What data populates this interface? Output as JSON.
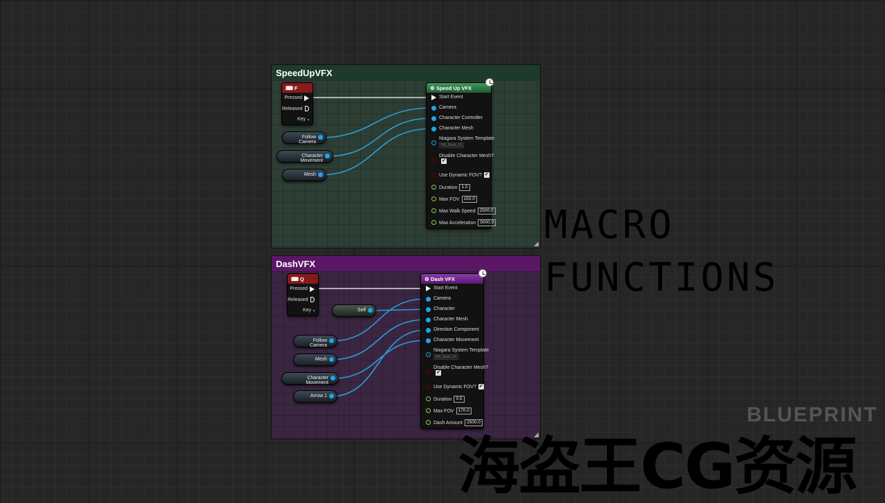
{
  "overlay": {
    "title_line1": "MACRO",
    "title_line2": "FUNCTIONS",
    "watermark": "海盗王CG资源",
    "watermark_sub": "BLUEPRINT"
  },
  "speedup": {
    "comment": "SpeedUpVFX",
    "key_node": {
      "title": "F",
      "pins": [
        "Pressed",
        "Released",
        "Key"
      ]
    },
    "vars": [
      "Follow Camera",
      "Character Movement",
      "Mesh"
    ],
    "macro": {
      "title": "Speed Up VFX",
      "rows": [
        {
          "t": "exec",
          "label": "Start Event"
        },
        {
          "t": "obj",
          "label": "Camera"
        },
        {
          "t": "obj",
          "label": "Character Controller"
        },
        {
          "t": "obj",
          "label": "Character Mesh"
        },
        {
          "t": "niagara",
          "label": "Niagara System Template",
          "value": "NS_Dash_01"
        },
        {
          "t": "boolblock",
          "label": "Disable Character Mesh?",
          "value": "✔"
        },
        {
          "t": "boolinline",
          "label": "Use Dynamic FOV?",
          "value": "✔"
        },
        {
          "t": "flt",
          "label": "Duration",
          "value": "1.0"
        },
        {
          "t": "flt",
          "label": "Max FOV",
          "value": "150.0"
        },
        {
          "t": "flt",
          "label": "Max Walk Speed",
          "value": "2500.0"
        },
        {
          "t": "flt",
          "label": "Max Acceleration",
          "value": "5000.0"
        }
      ]
    }
  },
  "dash": {
    "comment": "DashVFX",
    "key_node": {
      "title": "Q",
      "pins": [
        "Pressed",
        "Released",
        "Key"
      ]
    },
    "vars": [
      "Self",
      "Follow Camera",
      "Mesh",
      "Character Movement",
      "Arrow 1"
    ],
    "macro": {
      "title": "Dash VFX",
      "rows": [
        {
          "t": "exec",
          "label": "Start Event"
        },
        {
          "t": "obj",
          "label": "Camera"
        },
        {
          "t": "obj",
          "label": "Character"
        },
        {
          "t": "obj",
          "label": "Character Mesh"
        },
        {
          "t": "obj",
          "label": "Direction Component"
        },
        {
          "t": "obj",
          "label": "Character Movement"
        },
        {
          "t": "niagara",
          "label": "Niagara System Template",
          "value": "NS_Dash_02"
        },
        {
          "t": "boolblock",
          "label": "Disable Character Mesh?",
          "value": "✔"
        },
        {
          "t": "boolinline",
          "label": "Use Dynamic FOV?",
          "value": "✔"
        },
        {
          "t": "flt",
          "label": "Duration",
          "value": "0.5"
        },
        {
          "t": "flt",
          "label": "Max FOV",
          "value": "170.0"
        },
        {
          "t": "flt",
          "label": "Dash Amount",
          "value": "2500.0"
        }
      ]
    }
  },
  "colors": {
    "speedup_header": "#1d3a2a",
    "speedup_body": "#2d3e35",
    "dash_header": "#5b1766",
    "dash_body": "#3b2642",
    "key_header": "#8a1a1a",
    "speedup_node_header": "#2f7a45",
    "dash_node_header": "#6a2a8a",
    "wire_obj": "#2a9fd8",
    "wire_exec": "#dddddd"
  }
}
